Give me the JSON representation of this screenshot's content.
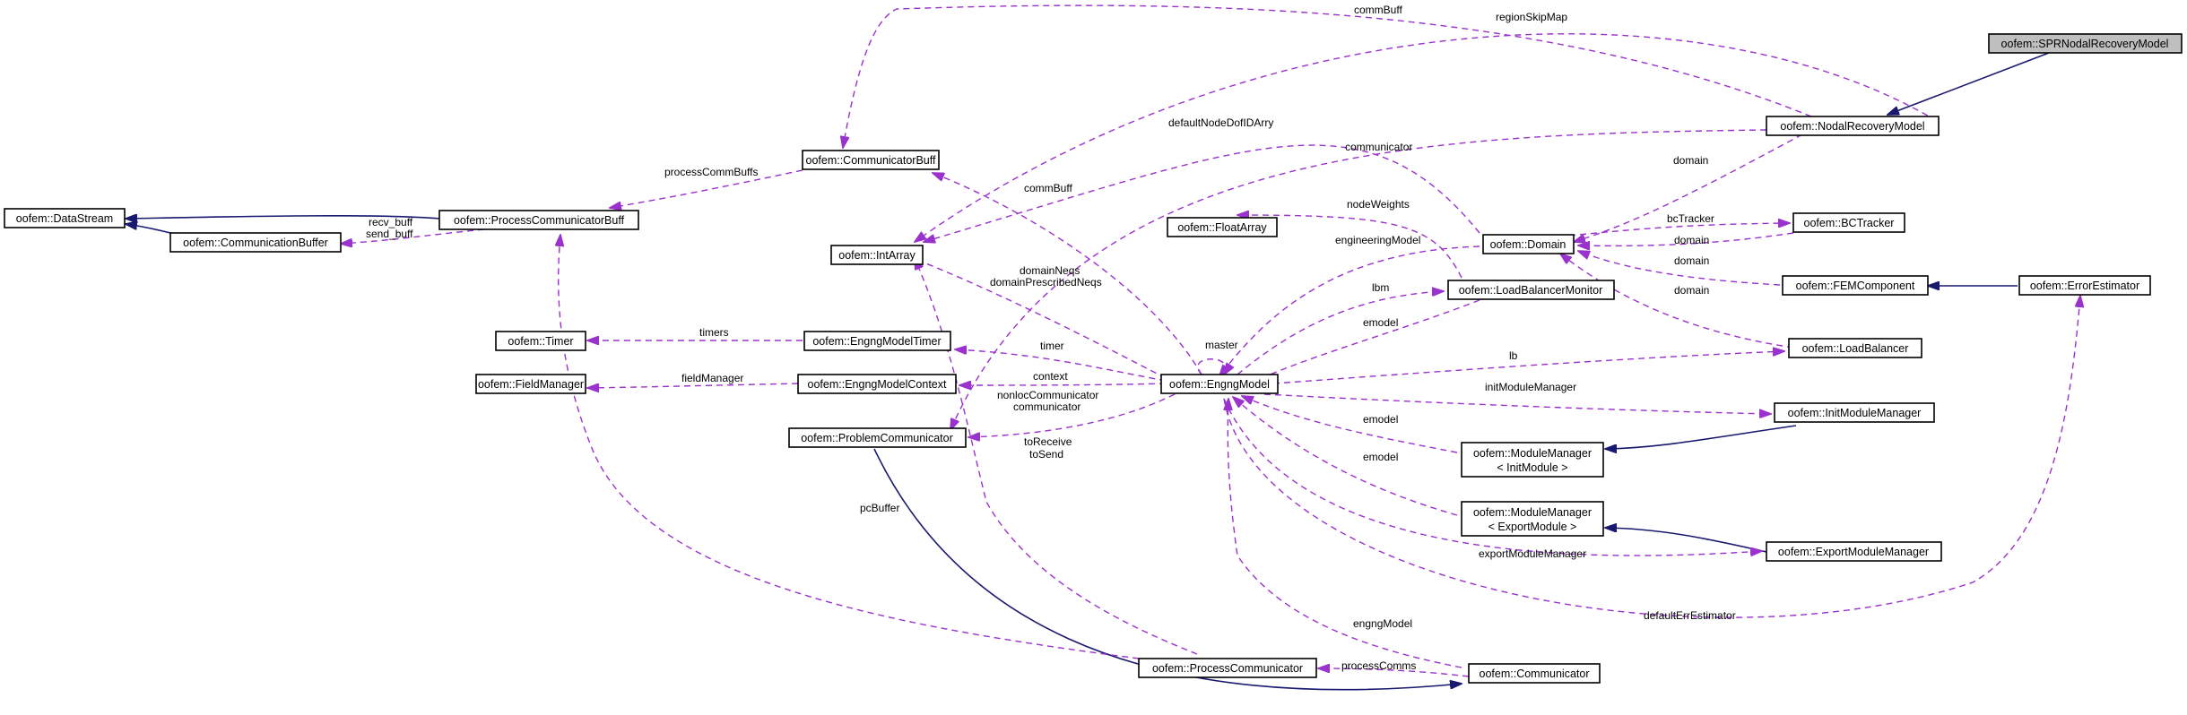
{
  "diagram": {
    "colors": {
      "inheritance": "#191970",
      "usage": "#9a32cd",
      "root_fill": "#bfbfbf",
      "node_fill": "#ffffff"
    },
    "nodes": {
      "spr": "oofem::SPRNodalRecoveryModel",
      "nodal_recovery": "oofem::NodalRecoveryModel",
      "communicator_buff": "oofem::CommunicatorBuff",
      "data_stream": "oofem::DataStream",
      "process_communicator_buff": "oofem::ProcessCommunicatorBuff",
      "communication_buffer": "oofem::CommunicationBuffer",
      "int_array": "oofem::IntArray",
      "float_array": "oofem::FloatArray",
      "domain": "oofem::Domain",
      "bc_tracker": "oofem::BCTracker",
      "fem_component": "oofem::FEMComponent",
      "error_estimator": "oofem::ErrorEstimator",
      "load_balancer_monitor": "oofem::LoadBalancerMonitor",
      "load_balancer": "oofem::LoadBalancer",
      "timer": "oofem::Timer",
      "engng_model_timer": "oofem::EngngModelTimer",
      "field_manager": "oofem::FieldManager",
      "engng_model_context": "oofem::EngngModelContext",
      "engng_model": "oofem::EngngModel",
      "problem_communicator": "oofem::ProblemCommunicator",
      "init_module_manager": "oofem::InitModuleManager",
      "module_manager_init_1": "oofem::ModuleManager",
      "module_manager_init_2": "< InitModule >",
      "module_manager_export_1": "oofem::ModuleManager",
      "module_manager_export_2": "< ExportModule >",
      "export_module_manager": "oofem::ExportModuleManager",
      "process_communicator": "oofem::ProcessCommunicator",
      "communicator": "oofem::Communicator"
    },
    "edge_labels": {
      "comm_buff_top": "commBuff",
      "region_skip_map": "regionSkipMap",
      "default_node_dof_id_arry": "defaultNodeDofIDArry",
      "communicator": "communicator",
      "process_comm_buffs": "processCommBuffs",
      "comm_buff_mid": "commBuff",
      "recv_buff": "recv_buff",
      "send_buff": "send_buff",
      "domain_nrm": "domain",
      "node_weights": "nodeWeights",
      "bc_tracker": "bcTracker",
      "engineering_model": "engineeringModel",
      "domain_bct": "domain",
      "domain_fem": "domain",
      "domain_lb": "domain",
      "domain_neqs": "domainNeqs",
      "domain_prescribed_neqs": "domainPrescribedNeqs",
      "lbm": "lbm",
      "emodel_lbm": "emodel",
      "timers": "timers",
      "timer": "timer",
      "master": "master",
      "lb": "lb",
      "field_manager": "fieldManager",
      "context": "context",
      "init_module_manager": "initModuleManager",
      "nonloc_communicator": "nonlocCommunicator",
      "communicator_pc": "communicator",
      "to_receive": "toReceive",
      "to_send": "toSend",
      "emodel_init": "emodel",
      "emodel_export": "emodel",
      "pc_buffer": "pcBuffer",
      "export_module_manager": "exportModuleManager",
      "default_err_estimator": "defaultErrEstimator",
      "engng_model": "engngModel",
      "process_comms": "processComms"
    }
  }
}
